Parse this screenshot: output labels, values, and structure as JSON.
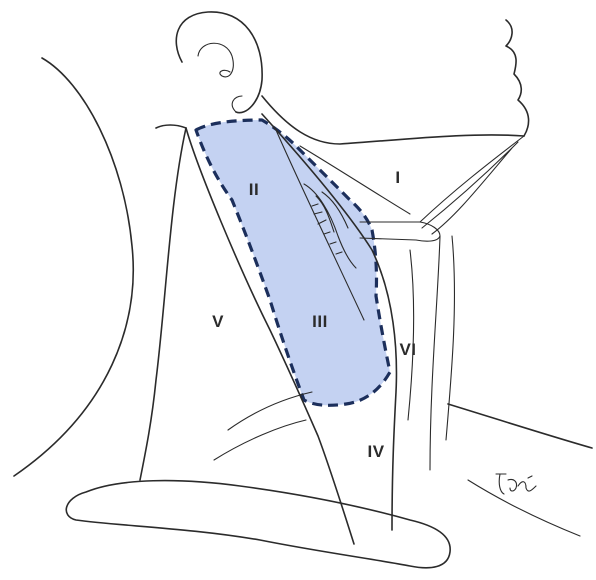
{
  "levels": {
    "level_i": "I",
    "level_ii": "II",
    "level_iii": "III",
    "level_iv": "IV",
    "level_v": "V",
    "level_vi": "VI"
  },
  "highlight": {
    "fill_color": "#c4d2f2",
    "border_color": "#1c2f5c"
  }
}
